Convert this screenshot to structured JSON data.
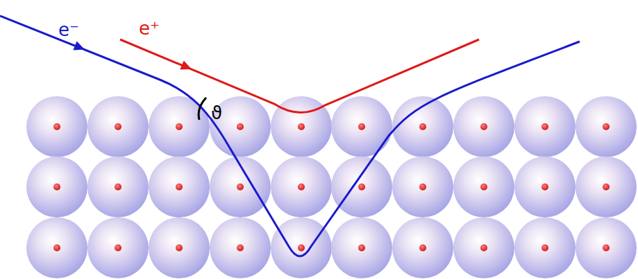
{
  "diagram": {
    "labels": [
      "e⁻",
      "e⁺",
      "ϑ"
    ]
  }
}
